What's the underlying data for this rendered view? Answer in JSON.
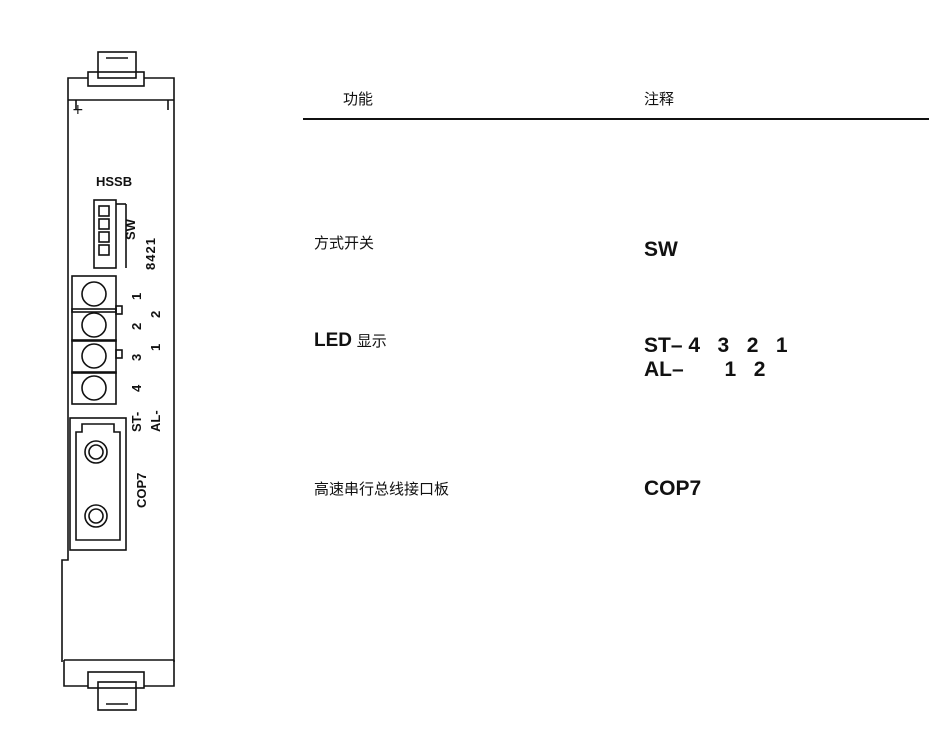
{
  "header": {
    "function_label": "功能",
    "note_label": "注释"
  },
  "board": {
    "name_label": "HSSB",
    "sw_label": "SW",
    "sw_digits": "8421",
    "led_top_numbers": [
      "1",
      "2",
      "3",
      "4"
    ],
    "led_bottom_numbers": [
      "2",
      "1"
    ],
    "st_label": "ST-",
    "al_label": "AL-",
    "cop_label": "COP7",
    "plus_sign": "+"
  },
  "rows": [
    {
      "function": "方式开关",
      "note": "SW"
    },
    {
      "function_bold": "LED",
      "function": "显示",
      "note_line1": "ST– 4   3   2   1",
      "note_line2": "AL–       1   2"
    },
    {
      "function": "高速串行总线接口板",
      "note": "COP7"
    }
  ]
}
